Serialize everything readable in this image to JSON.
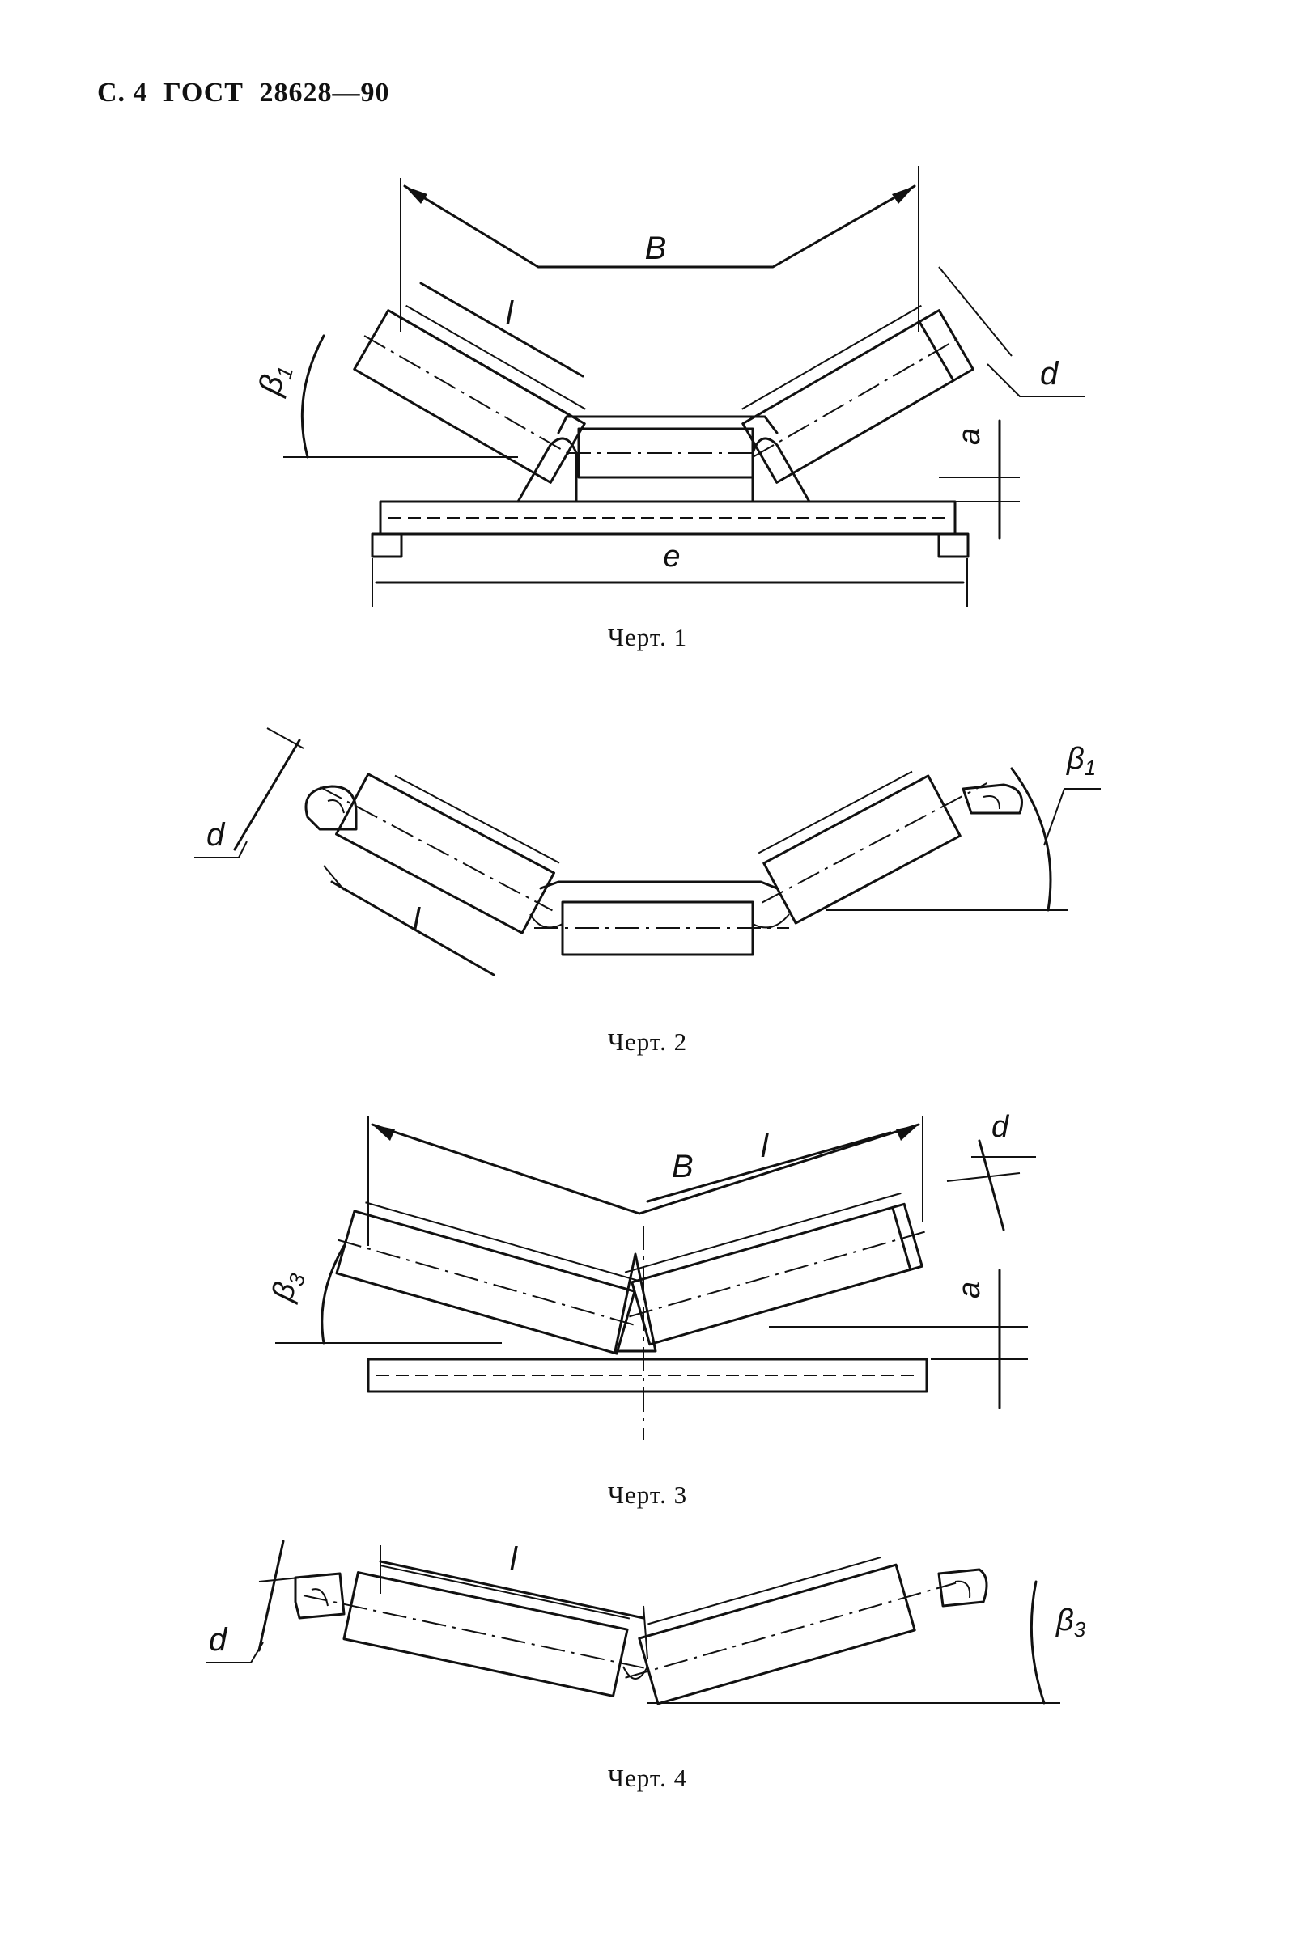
{
  "header": {
    "page": "С. 4",
    "standard": "ГОСТ",
    "number": "28628—90"
  },
  "figures": [
    {
      "caption": "Черт. 1",
      "labels": {
        "B": "B",
        "l": "l",
        "d": "d",
        "beta": "β",
        "beta_sub": "1",
        "a": "a",
        "e": "e"
      }
    },
    {
      "caption": "Черт. 2",
      "labels": {
        "d": "d",
        "l": "l",
        "beta": "β",
        "beta_sub": "1"
      }
    },
    {
      "caption": "Черт. 3",
      "labels": {
        "B": "B",
        "l": "l",
        "d": "d",
        "beta": "β",
        "beta_sub": "3",
        "a": "a"
      }
    },
    {
      "caption": "Черт. 4",
      "labels": {
        "l": "l",
        "d": "d",
        "beta": "β",
        "beta_sub": "3"
      }
    }
  ]
}
